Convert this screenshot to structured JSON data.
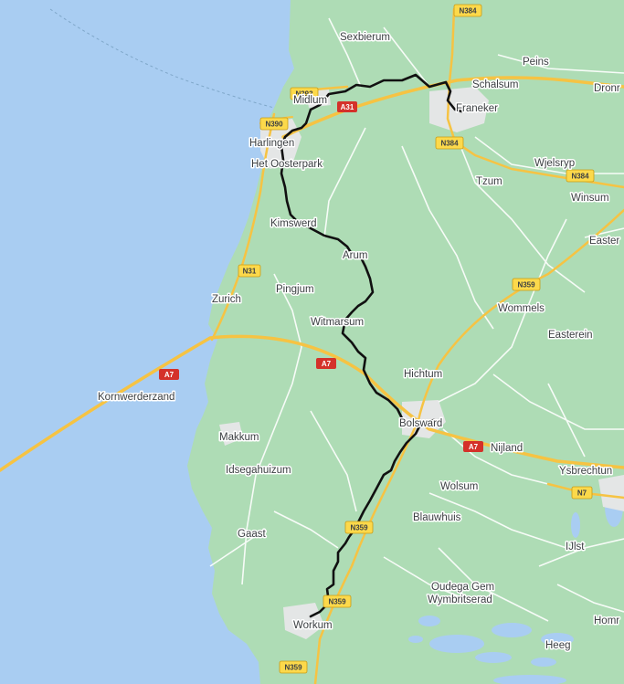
{
  "colors": {
    "water": "#a9cdf2",
    "land": "#aedcb5",
    "urban": "#e4e6e6",
    "highway": "#f6c343",
    "minor_road": "#ffffff",
    "route": "#111111",
    "label_text": "#3c4043",
    "shield_fill": "#fcd94b"
  },
  "places": [
    {
      "id": "sexbierum",
      "name": "Sexbierum"
    },
    {
      "id": "peins",
      "name": "Peins"
    },
    {
      "id": "schalsum",
      "name": "Schalsum"
    },
    {
      "id": "dronr",
      "name": "Dronr"
    },
    {
      "id": "midlum",
      "name": "Midlum"
    },
    {
      "id": "franeker",
      "name": "Franeker"
    },
    {
      "id": "harlingen",
      "name": "Harlingen"
    },
    {
      "id": "het-oosterpark",
      "name": "Het Oosterpark"
    },
    {
      "id": "wjelsryp",
      "name": "Wjelsryp"
    },
    {
      "id": "tzum",
      "name": "Tzum"
    },
    {
      "id": "winsum",
      "name": "Winsum"
    },
    {
      "id": "kimswerd",
      "name": "Kimswerd"
    },
    {
      "id": "easter",
      "name": "Easter"
    },
    {
      "id": "arum",
      "name": "Arum"
    },
    {
      "id": "pingjum",
      "name": "Pingjum"
    },
    {
      "id": "zurich",
      "name": "Zurich"
    },
    {
      "id": "wommels",
      "name": "Wommels"
    },
    {
      "id": "witmarsum",
      "name": "Witmarsum"
    },
    {
      "id": "easterein",
      "name": "Easterein"
    },
    {
      "id": "hichtum",
      "name": "Hichtum"
    },
    {
      "id": "kornwerderzand",
      "name": "Kornwerderzand"
    },
    {
      "id": "bolsward",
      "name": "Bolsward"
    },
    {
      "id": "makkum",
      "name": "Makkum"
    },
    {
      "id": "nijland",
      "name": "Nijland"
    },
    {
      "id": "ysbrechtum",
      "name": "Ysbrechtun"
    },
    {
      "id": "idsegahuizum",
      "name": "Idsegahuizum"
    },
    {
      "id": "wolsum",
      "name": "Wolsum"
    },
    {
      "id": "blauwhuis",
      "name": "Blauwhuis"
    },
    {
      "id": "gaast",
      "name": "Gaast"
    },
    {
      "id": "ijlst",
      "name": "IJlst"
    },
    {
      "id": "oudega-gem",
      "name": "Oudega Gem"
    },
    {
      "id": "wymbritserad",
      "name": "Wymbritserad"
    },
    {
      "id": "workum",
      "name": "Workum"
    },
    {
      "id": "homr",
      "name": "Homr"
    },
    {
      "id": "heeg",
      "name": "Heeg"
    }
  ],
  "road_shields": [
    {
      "id": "n384-top",
      "label": "N384"
    },
    {
      "id": "n393",
      "label": "N393"
    },
    {
      "id": "a31",
      "label": "A31"
    },
    {
      "id": "n390",
      "label": "N390"
    },
    {
      "id": "n384-franeker",
      "label": "N384"
    },
    {
      "id": "n384-east",
      "label": "N384"
    },
    {
      "id": "n31",
      "label": "N31"
    },
    {
      "id": "n359-wommels",
      "label": "N359"
    },
    {
      "id": "a7-west",
      "label": "A7"
    },
    {
      "id": "a7-center",
      "label": "A7"
    },
    {
      "id": "a7-east",
      "label": "A7"
    },
    {
      "id": "n7",
      "label": "N7"
    },
    {
      "id": "n359-mid",
      "label": "N359"
    },
    {
      "id": "n359-workum",
      "label": "N359"
    },
    {
      "id": "n359-bottom",
      "label": "N359"
    }
  ]
}
